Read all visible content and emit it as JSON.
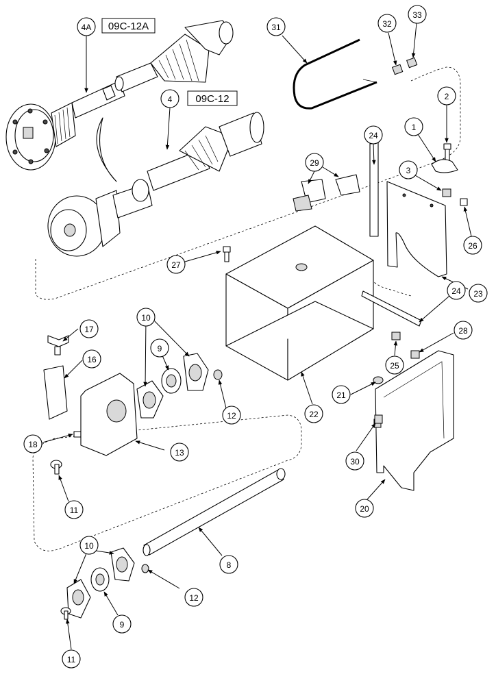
{
  "callouts": [
    "4A",
    "4",
    "1",
    "2",
    "3",
    "8",
    "9",
    "9",
    "10",
    "10",
    "11",
    "11",
    "12",
    "12",
    "13",
    "16",
    "17",
    "18",
    "20",
    "21",
    "22",
    "23",
    "24",
    "24",
    "25",
    "26",
    "27",
    "28",
    "29",
    "30",
    "31",
    "32",
    "33"
  ],
  "references": [
    "09C-12A",
    "09C-12"
  ]
}
